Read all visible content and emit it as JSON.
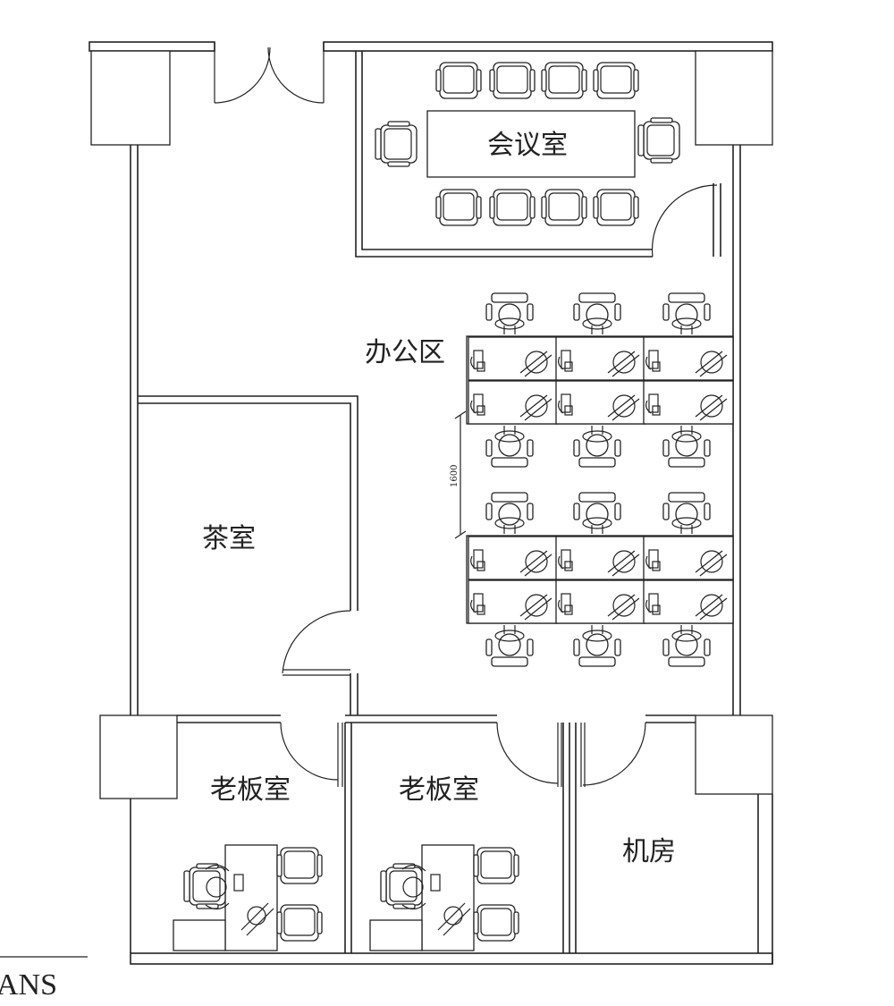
{
  "rooms": {
    "meeting": "会议室",
    "office": "办公区",
    "tea": "茶室",
    "boss1": "老板室",
    "boss2": "老板室",
    "server": "机房"
  },
  "dimension": "1600",
  "title_fragment": "ANS"
}
